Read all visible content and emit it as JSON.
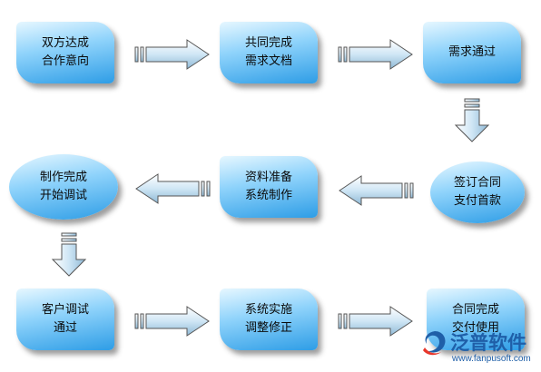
{
  "steps": [
    {
      "line1": "双方达成",
      "line2": "合作意向"
    },
    {
      "line1": "共同完成",
      "line2": "需求文档"
    },
    {
      "line1": "需求通过",
      "line2": ""
    },
    {
      "line1": "签订合同",
      "line2": "支付首款"
    },
    {
      "line1": "资料准备",
      "line2": "系统制作"
    },
    {
      "line1": "制作完成",
      "line2": "开始调试"
    },
    {
      "line1": "客户调试",
      "line2": "通过"
    },
    {
      "line1": "系统实施",
      "line2": "调整修正"
    },
    {
      "line1": "合同完成",
      "line2": "交付使用"
    }
  ],
  "watermark": {
    "name": "泛普软件",
    "url": "www.fanpusoft.com"
  }
}
